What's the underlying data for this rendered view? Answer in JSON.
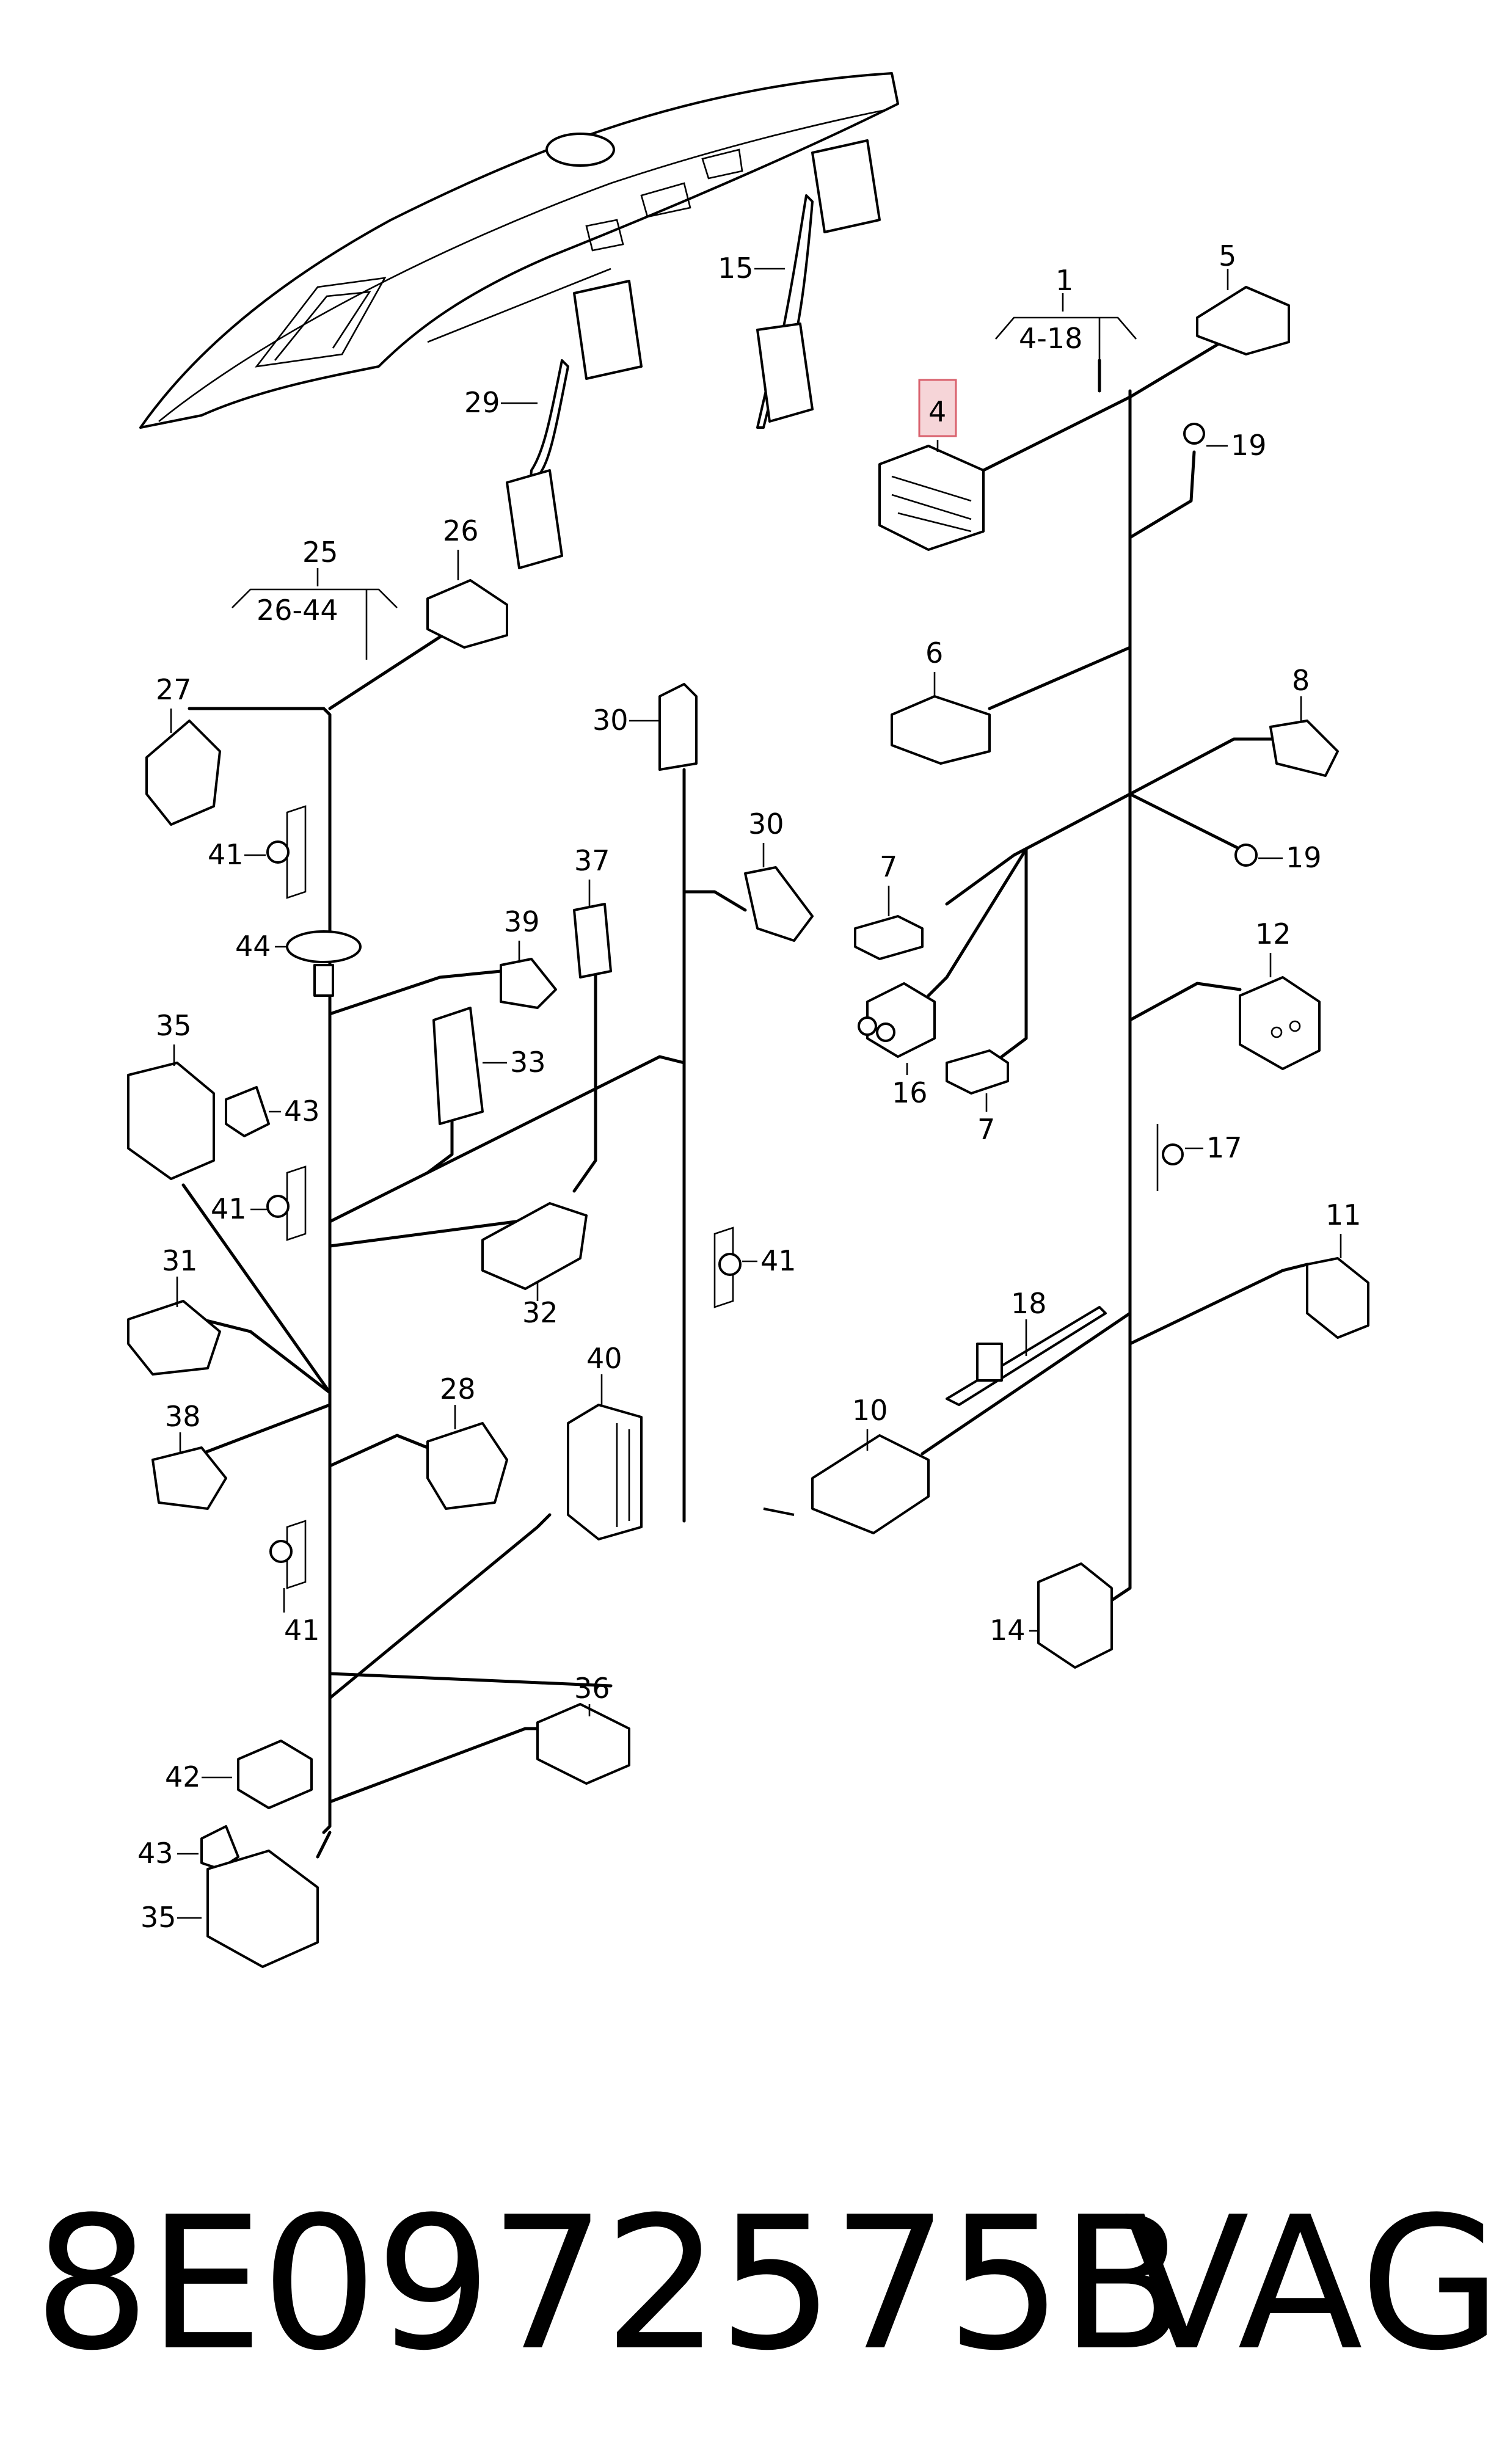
{
  "diagram": {
    "callouts": [
      "1",
      "4-18",
      "5",
      "4",
      "19",
      "6",
      "8",
      "19",
      "7",
      "12",
      "16",
      "7",
      "17",
      "11",
      "18",
      "10",
      "14",
      "15",
      "29",
      "25",
      "26-44",
      "26",
      "27",
      "41",
      "44",
      "30",
      "30",
      "37",
      "39",
      "35",
      "43",
      "33",
      "41",
      "31",
      "32",
      "41",
      "28",
      "40",
      "38",
      "41",
      "36",
      "42",
      "43",
      "35"
    ],
    "highlighted_callout": "4"
  },
  "footer": {
    "part_number": "8E0972575B",
    "brand": "VAG"
  }
}
